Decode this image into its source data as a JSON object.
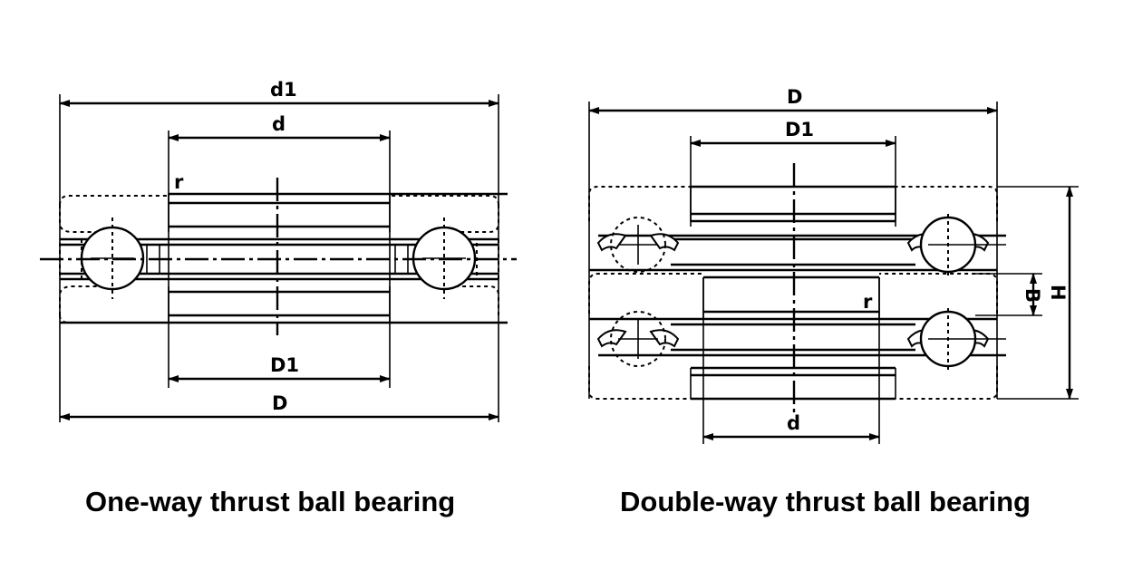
{
  "left_diagram": {
    "caption": "One-way thrust ball bearing",
    "labels": {
      "d1": "d1",
      "d": "d",
      "r": "r",
      "D1": "D1",
      "D": "D"
    }
  },
  "right_diagram": {
    "caption": "Double-way thrust ball bearing",
    "labels": {
      "D": "D",
      "D1": "D1",
      "r": "r",
      "B": "B",
      "H": "H",
      "d": "d"
    }
  }
}
